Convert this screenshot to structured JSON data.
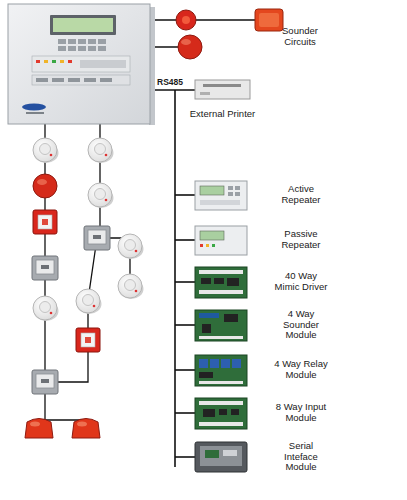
{
  "diagram": {
    "nodes": [
      {
        "text": [
          "External Printer"
        ]
      },
      {
        "text": [
          "Active Repeater"
        ]
      },
      {
        "text": [
          "Passive Repeater"
        ]
      },
      {
        "text": [
          "40 Way Mimic Driver"
        ]
      },
      {
        "text": [
          "4 Way Sounder Module"
        ]
      },
      {
        "text": [
          "4 Way Relay Module"
        ]
      },
      {
        "text": [
          "8 Way Input Module"
        ]
      },
      {
        "text": [
          "Serial Inteface Module"
        ]
      }
    ],
    "labels": [
      "Sounder Circuits",
      "RS485"
    ]
  }
}
